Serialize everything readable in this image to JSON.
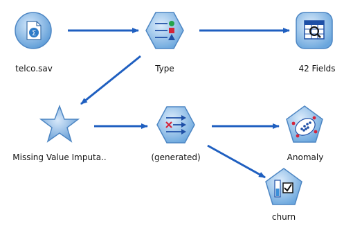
{
  "canvas": {
    "background": "#ffffff",
    "link_color": "#1f5fc0",
    "node_color": "#7fb5e6"
  },
  "nodes": {
    "telco": {
      "label": "telco.sav",
      "shape": "circle",
      "icon": "spss-file-icon"
    },
    "type": {
      "label": "Type",
      "shape": "hexagon",
      "icon": "type-icon"
    },
    "fields": {
      "label": "42 Fields",
      "shape": "rounded-square",
      "icon": "table-icon"
    },
    "missing": {
      "label": "Missing Value Imputa..",
      "shape": "star",
      "icon": "supernode-star-icon"
    },
    "generated": {
      "label": "(generated)",
      "shape": "hexagon",
      "icon": "filter-icon"
    },
    "anomaly": {
      "label": "Anomaly",
      "shape": "pentagon",
      "icon": "anomaly-scatter-icon"
    },
    "churn": {
      "label": "churn",
      "shape": "pentagon",
      "icon": "churn-model-icon"
    }
  },
  "links": [
    {
      "from": "telco",
      "to": "type"
    },
    {
      "from": "type",
      "to": "fields"
    },
    {
      "from": "type",
      "to": "missing"
    },
    {
      "from": "missing",
      "to": "generated"
    },
    {
      "from": "generated",
      "to": "anomaly"
    },
    {
      "from": "generated",
      "to": "churn"
    }
  ]
}
